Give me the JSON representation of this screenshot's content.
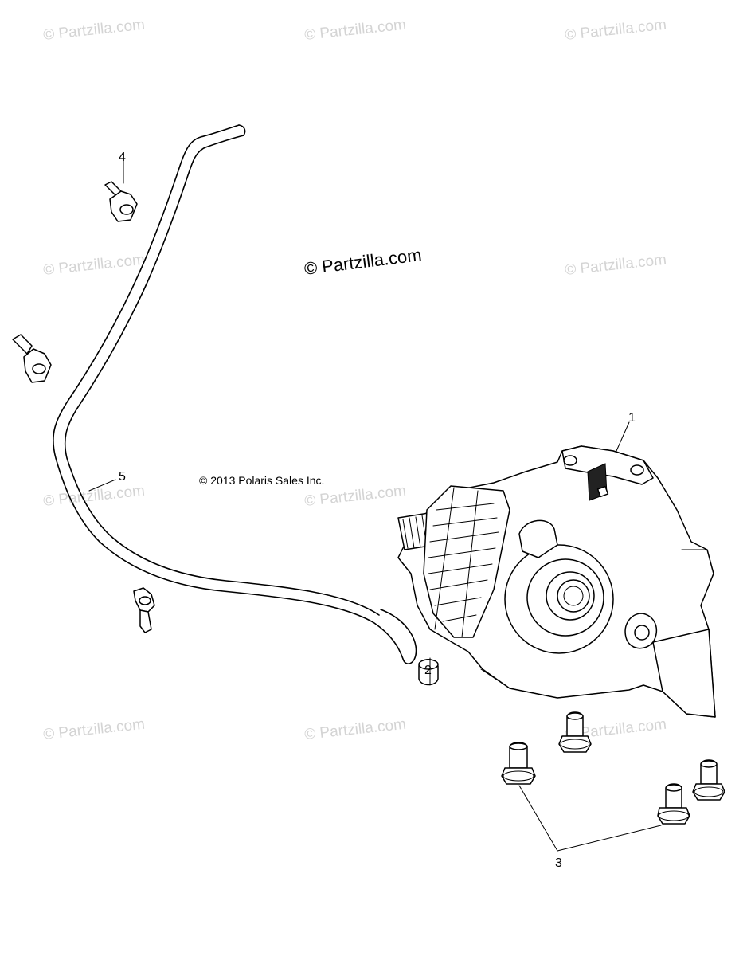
{
  "watermarks": {
    "small": "© Partzilla.com",
    "center": "© Partzilla.com"
  },
  "copyright": "© 2013 Polaris Sales Inc.",
  "callouts": {
    "c1": "1",
    "c2": "2",
    "c3": "3",
    "c4": "4",
    "c5": "5"
  }
}
